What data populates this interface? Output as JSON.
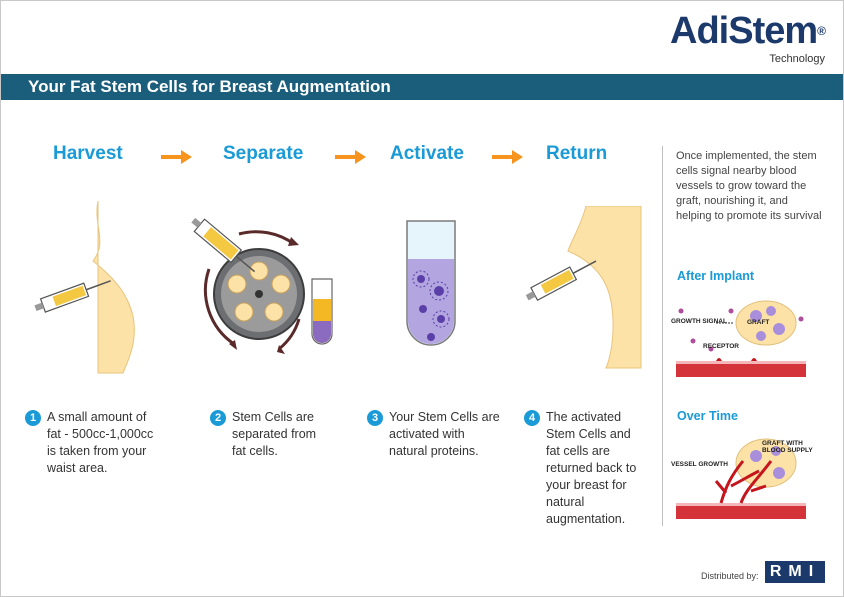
{
  "brand": {
    "name": "AdiStem",
    "registered_mark": "®",
    "subtitle": "Technology"
  },
  "banner": {
    "title": "Your Fat Stem Cells for Breast Augmentation"
  },
  "steps": [
    {
      "number": "1",
      "title": "Harvest",
      "text": "A small amount of fat - 500cc-1,000cc is taken from your waist area."
    },
    {
      "number": "2",
      "title": "Separate",
      "text": "Stem Cells are separated from fat cells."
    },
    {
      "number": "3",
      "title": "Activate",
      "text": "Your Stem Cells are activated with natural proteins."
    },
    {
      "number": "4",
      "title": "Return",
      "text": "The activated Stem Cells and fat cells are returned back to your breast for natural augmentation."
    }
  ],
  "sidebar": {
    "intro": "Once implemented, the stem cells signal nearby blood vessels to grow toward the graft, nourishing it, and helping to promote its survival",
    "after_implant": {
      "heading": "After Implant",
      "labels": {
        "growth_signal": "GROWTH SIGNAL",
        "graft": "GRAFT",
        "receptor": "RECEPTOR"
      }
    },
    "over_time": {
      "heading": "Over Time",
      "labels": {
        "graft_blood": "GRAFT WITH BLOOD SUPPLY",
        "vessel_growth": "VESSEL GROWTH"
      }
    }
  },
  "footer": {
    "distributed_by": "Distributed by:",
    "distributor": "RMI"
  },
  "colors": {
    "accent_blue": "#1a9ad6",
    "banner": "#1a5e7c",
    "arrow_orange": "#f7941d",
    "skin": "#fde2a8",
    "vessel_red": "#c4161c"
  },
  "icons": [
    "arrow-right-icon",
    "syringe-icon",
    "centrifuge-icon",
    "test-tube-icon",
    "body-silhouette-icon"
  ]
}
